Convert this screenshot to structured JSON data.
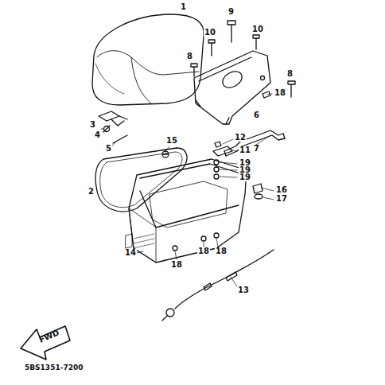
{
  "diagram": {
    "labels": [
      "1",
      "10",
      "9",
      "10",
      "8",
      "8",
      "18",
      "6",
      "7",
      "3",
      "4",
      "5",
      "2",
      "15",
      "12",
      "11",
      "19",
      "19",
      "19",
      "16",
      "17",
      "14",
      "18",
      "18",
      "18",
      "13",
      "FWD",
      "5BS1351-7200"
    ]
  }
}
